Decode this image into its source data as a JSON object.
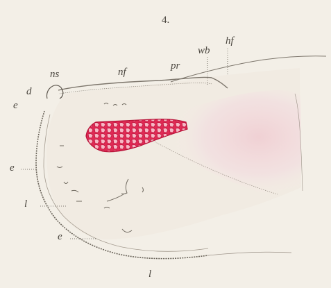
{
  "figure": {
    "number": "4.",
    "labels": {
      "ns": "ns",
      "nf": "nf",
      "pr": "pr",
      "wb": "wb",
      "hf": "hf",
      "d": "d",
      "e_top": "e",
      "e_mid": "e",
      "l_mid": "l",
      "e_low": "e",
      "l_bottom": "l"
    },
    "colors": {
      "background": "#f3efe7",
      "ink": "#4a463f",
      "tissue_pink": "#f2d6d8",
      "stain_red": "#d6204a"
    }
  }
}
